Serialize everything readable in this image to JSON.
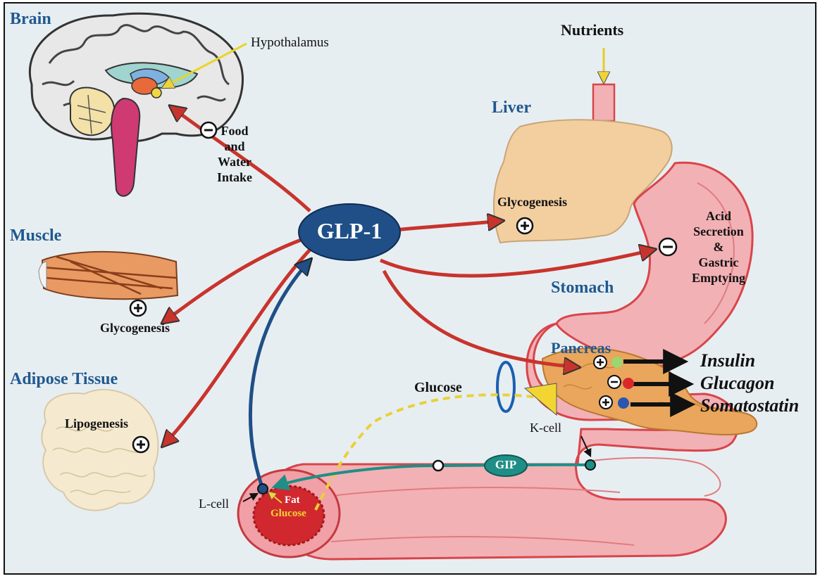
{
  "labels": {
    "brain": "Brain",
    "hypothalamus": "Hypothalamus",
    "food_intake": [
      "Food",
      "and",
      "Water",
      "Intake"
    ],
    "muscle": "Muscle",
    "muscle_effect": "Glycogenesis",
    "adipose": "Adipose Tissue",
    "adipose_effect": "Lipogenesis",
    "glp1": "GLP-1",
    "nutrients": "Nutrients",
    "liver": "Liver",
    "liver_effect": "Glycogenesis",
    "stomach": "Stomach",
    "stomach_effect": [
      "Acid",
      "Secretion",
      "&",
      "Gastric",
      "Emptying"
    ],
    "pancreas": "Pancreas",
    "glucose": "Glucose",
    "insulin": "Insulin",
    "glucagon": "Glucagon",
    "somatostatin": "Somatostatin",
    "k_cell": "K-cell",
    "gip": "GIP",
    "l_cell": "L-cell",
    "fat": "Fat",
    "lumen_glucose": "Glucose"
  },
  "signs": {
    "stimulate": "+",
    "inhibit": "−"
  },
  "colors": {
    "background": "#e7eef2",
    "glp1_fill": "#1f4f86",
    "stimulation_arrow": "#c8342c",
    "feedback_arrow": "#1f4f86",
    "gip_path": "#1f8e86",
    "glucose_dashes": "#e8d13a",
    "intestine": "#f2b1b5",
    "liver": "#f3cfa0",
    "pancreas": "#e9a65c"
  }
}
